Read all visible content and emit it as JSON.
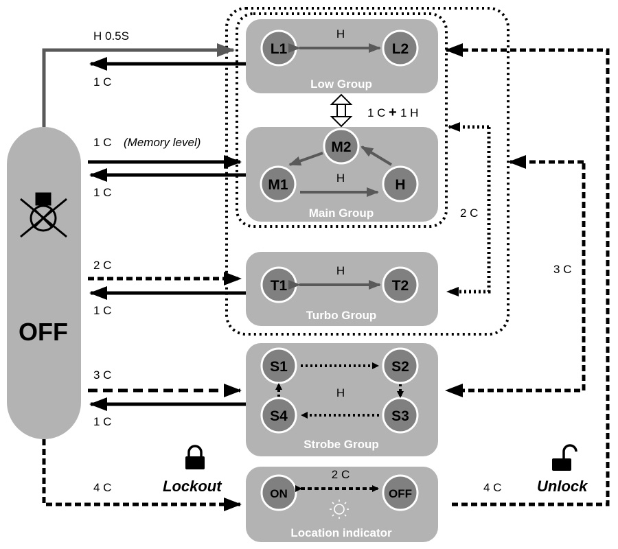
{
  "colors": {
    "panel": "#b3b3b3",
    "node_fill": "#808080",
    "node_stroke": "#ffffff",
    "gray_arrow": "#595959",
    "black": "#000000"
  },
  "off_state": {
    "label": "OFF",
    "icon": "bulb-crossed-icon"
  },
  "groups": {
    "low": {
      "label": "Low Group",
      "nodes": [
        "L1",
        "L2"
      ],
      "edge": "H"
    },
    "main": {
      "label": "Main Group",
      "nodes": [
        "M2",
        "M1",
        "H"
      ],
      "edge": "H"
    },
    "turbo": {
      "label": "Turbo Group",
      "nodes": [
        "T1",
        "T2"
      ],
      "edge": "H"
    },
    "strobe": {
      "label": "Strobe Group",
      "nodes": [
        "S1",
        "S2",
        "S3",
        "S4"
      ],
      "edge": "H"
    },
    "location": {
      "label": "Location indicator",
      "nodes": [
        "ON",
        "OFF"
      ],
      "edge": "2 C",
      "icon": "light-icon"
    }
  },
  "edges": {
    "off_low": "H 0.5S",
    "low_off": "1 C",
    "off_main": "1 C",
    "memory": "(Memory level)",
    "main_off": "1 C",
    "low_main_1c": "1 C",
    "low_main_plus": "+",
    "low_main_1h": "1 H",
    "off_turbo": "2 C",
    "turbo_off": "1 C",
    "main_turbo": "2 C",
    "off_strobe": "3 C",
    "strobe_off": "1 C",
    "strobe_main": "3 C",
    "off_location": "4 C",
    "location_low": "4 C"
  },
  "lockout": {
    "label": "Lockout",
    "icon": "lock-closed-icon"
  },
  "unlock": {
    "label": "Unlock",
    "icon": "lock-open-icon"
  }
}
